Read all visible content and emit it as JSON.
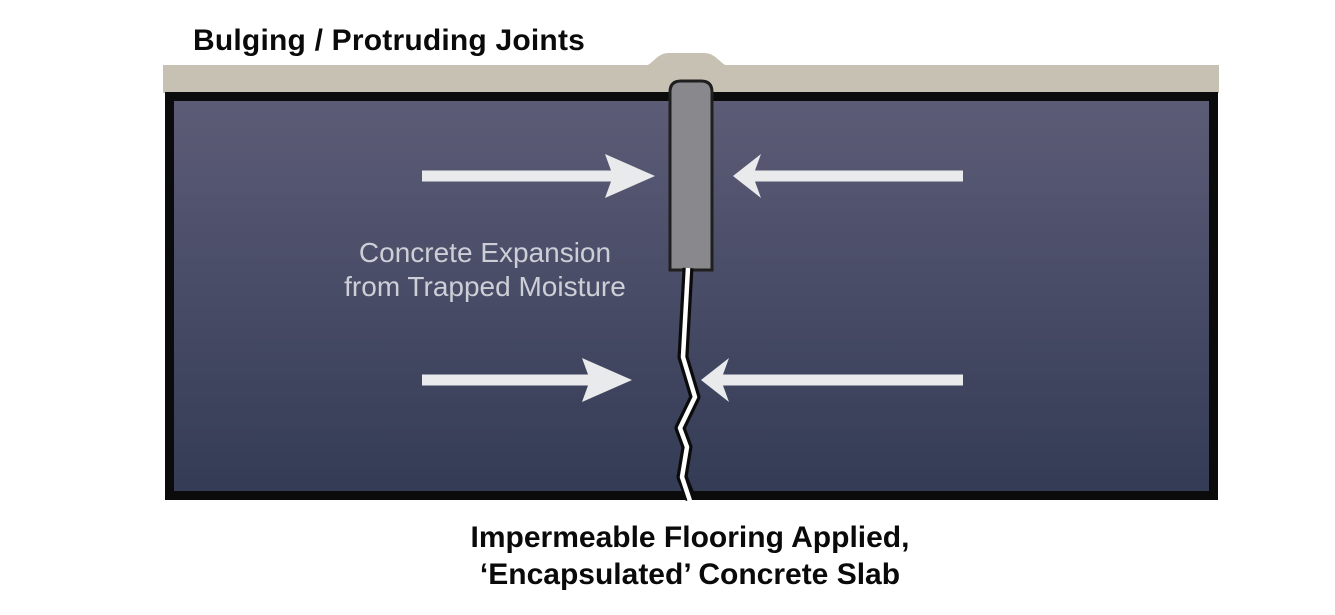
{
  "title": "Bulging / Protruding Joints",
  "diagram": {
    "slab_label": {
      "line1": "Concrete Expansion",
      "line2": "from Trapped Moisture"
    },
    "caption": {
      "line1": "Impermeable Flooring Applied,",
      "line2": "‘Encapsulated’ Concrete Slab"
    },
    "colors": {
      "background": "#ffffff",
      "flooring": "#c7c1b3",
      "slab_top": "#5d5c77",
      "slab_bottom": "#333b55",
      "outline": "#0b0b0b",
      "joint": "#89898d",
      "joint_outline": "#1f1f1f",
      "arrow": "#e8eaec",
      "crack_fill": "#ffffff",
      "crack_outline": "#0b0b0b",
      "label_text": "#cdced6",
      "title_text": "#0a0a0a"
    }
  }
}
